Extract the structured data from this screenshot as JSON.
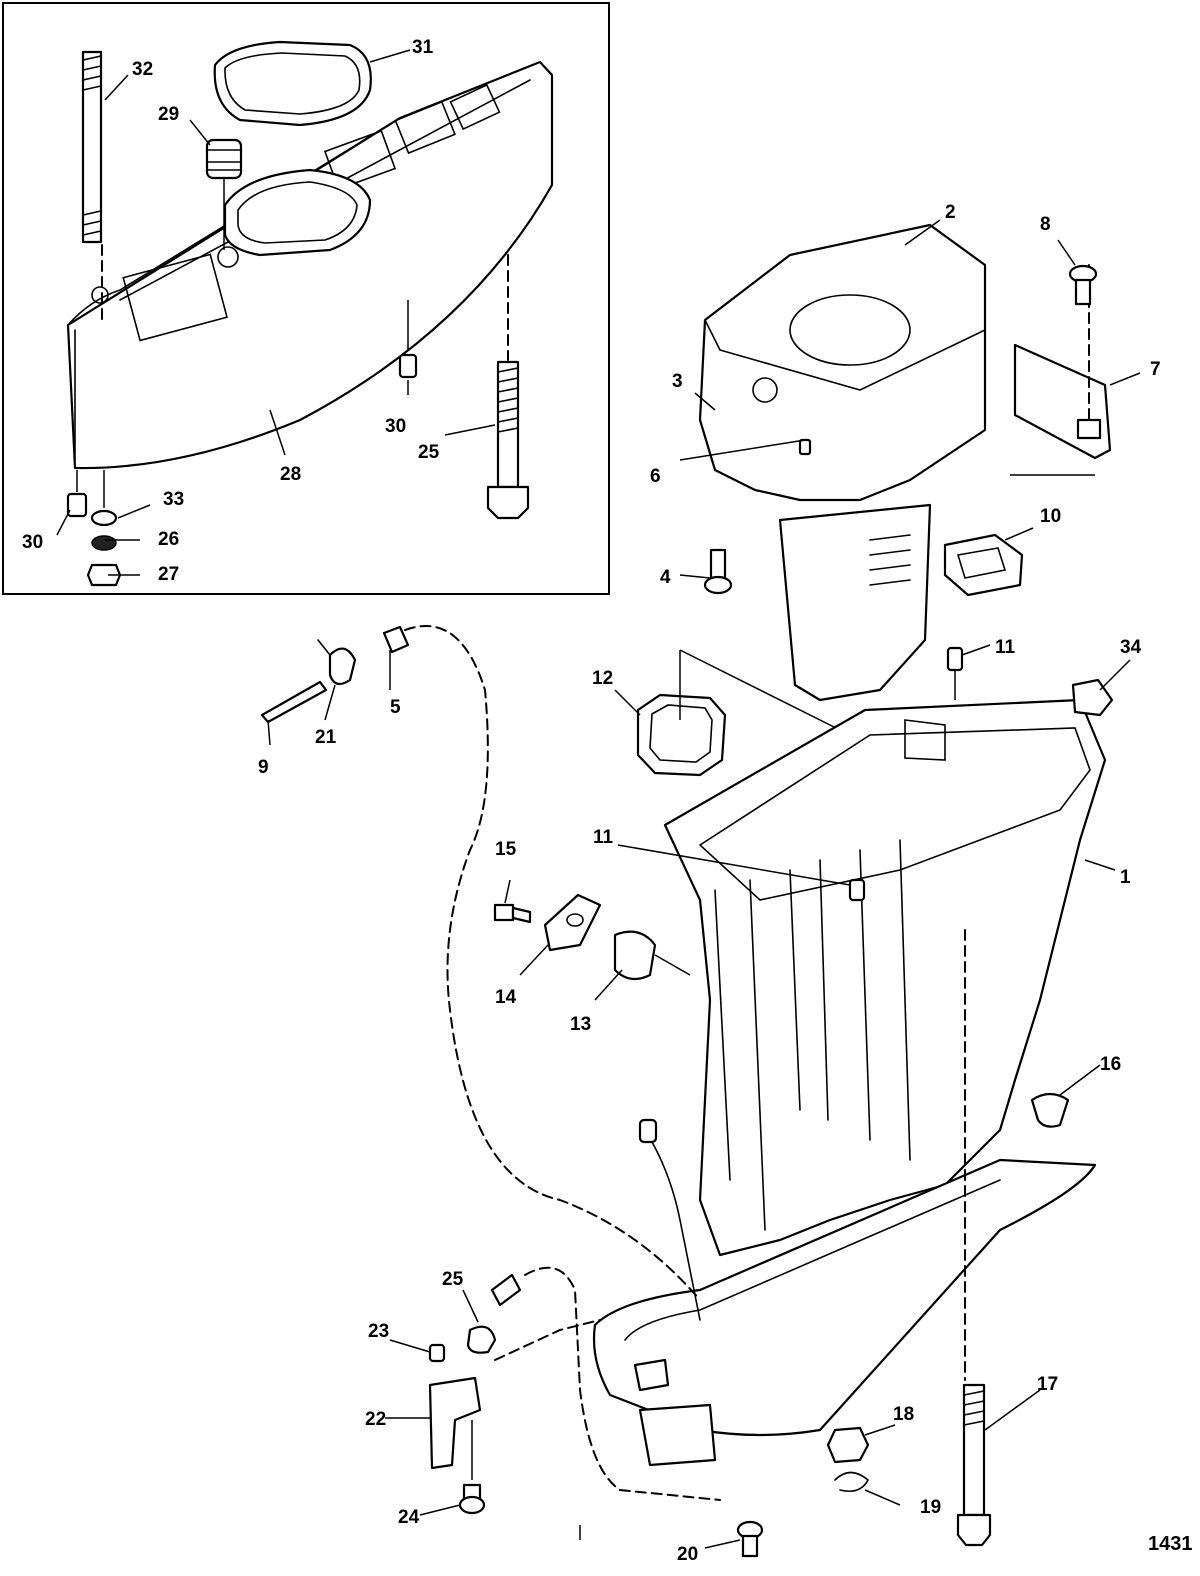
{
  "diagram": {
    "figure_number": "1431",
    "callouts": {
      "c1": "1",
      "c2": "2",
      "c3": "3",
      "c4": "4",
      "c5": "5",
      "c6": "6",
      "c7": "7",
      "c8": "8",
      "c9": "9",
      "c10": "10",
      "c11a": "11",
      "c11b": "11",
      "c12": "12",
      "c13": "13",
      "c14": "14",
      "c15": "15",
      "c16": "16",
      "c17": "17",
      "c18": "18",
      "c19": "19",
      "c20": "20",
      "c21": "21",
      "c22": "22",
      "c23": "23",
      "c24": "24",
      "c25a": "25",
      "c25b": "25",
      "c26": "26",
      "c27": "27",
      "c28": "28",
      "c29": "29",
      "c30a": "30",
      "c30b": "30",
      "c31": "31",
      "c32": "32",
      "c33": "33",
      "c34": "34"
    }
  }
}
